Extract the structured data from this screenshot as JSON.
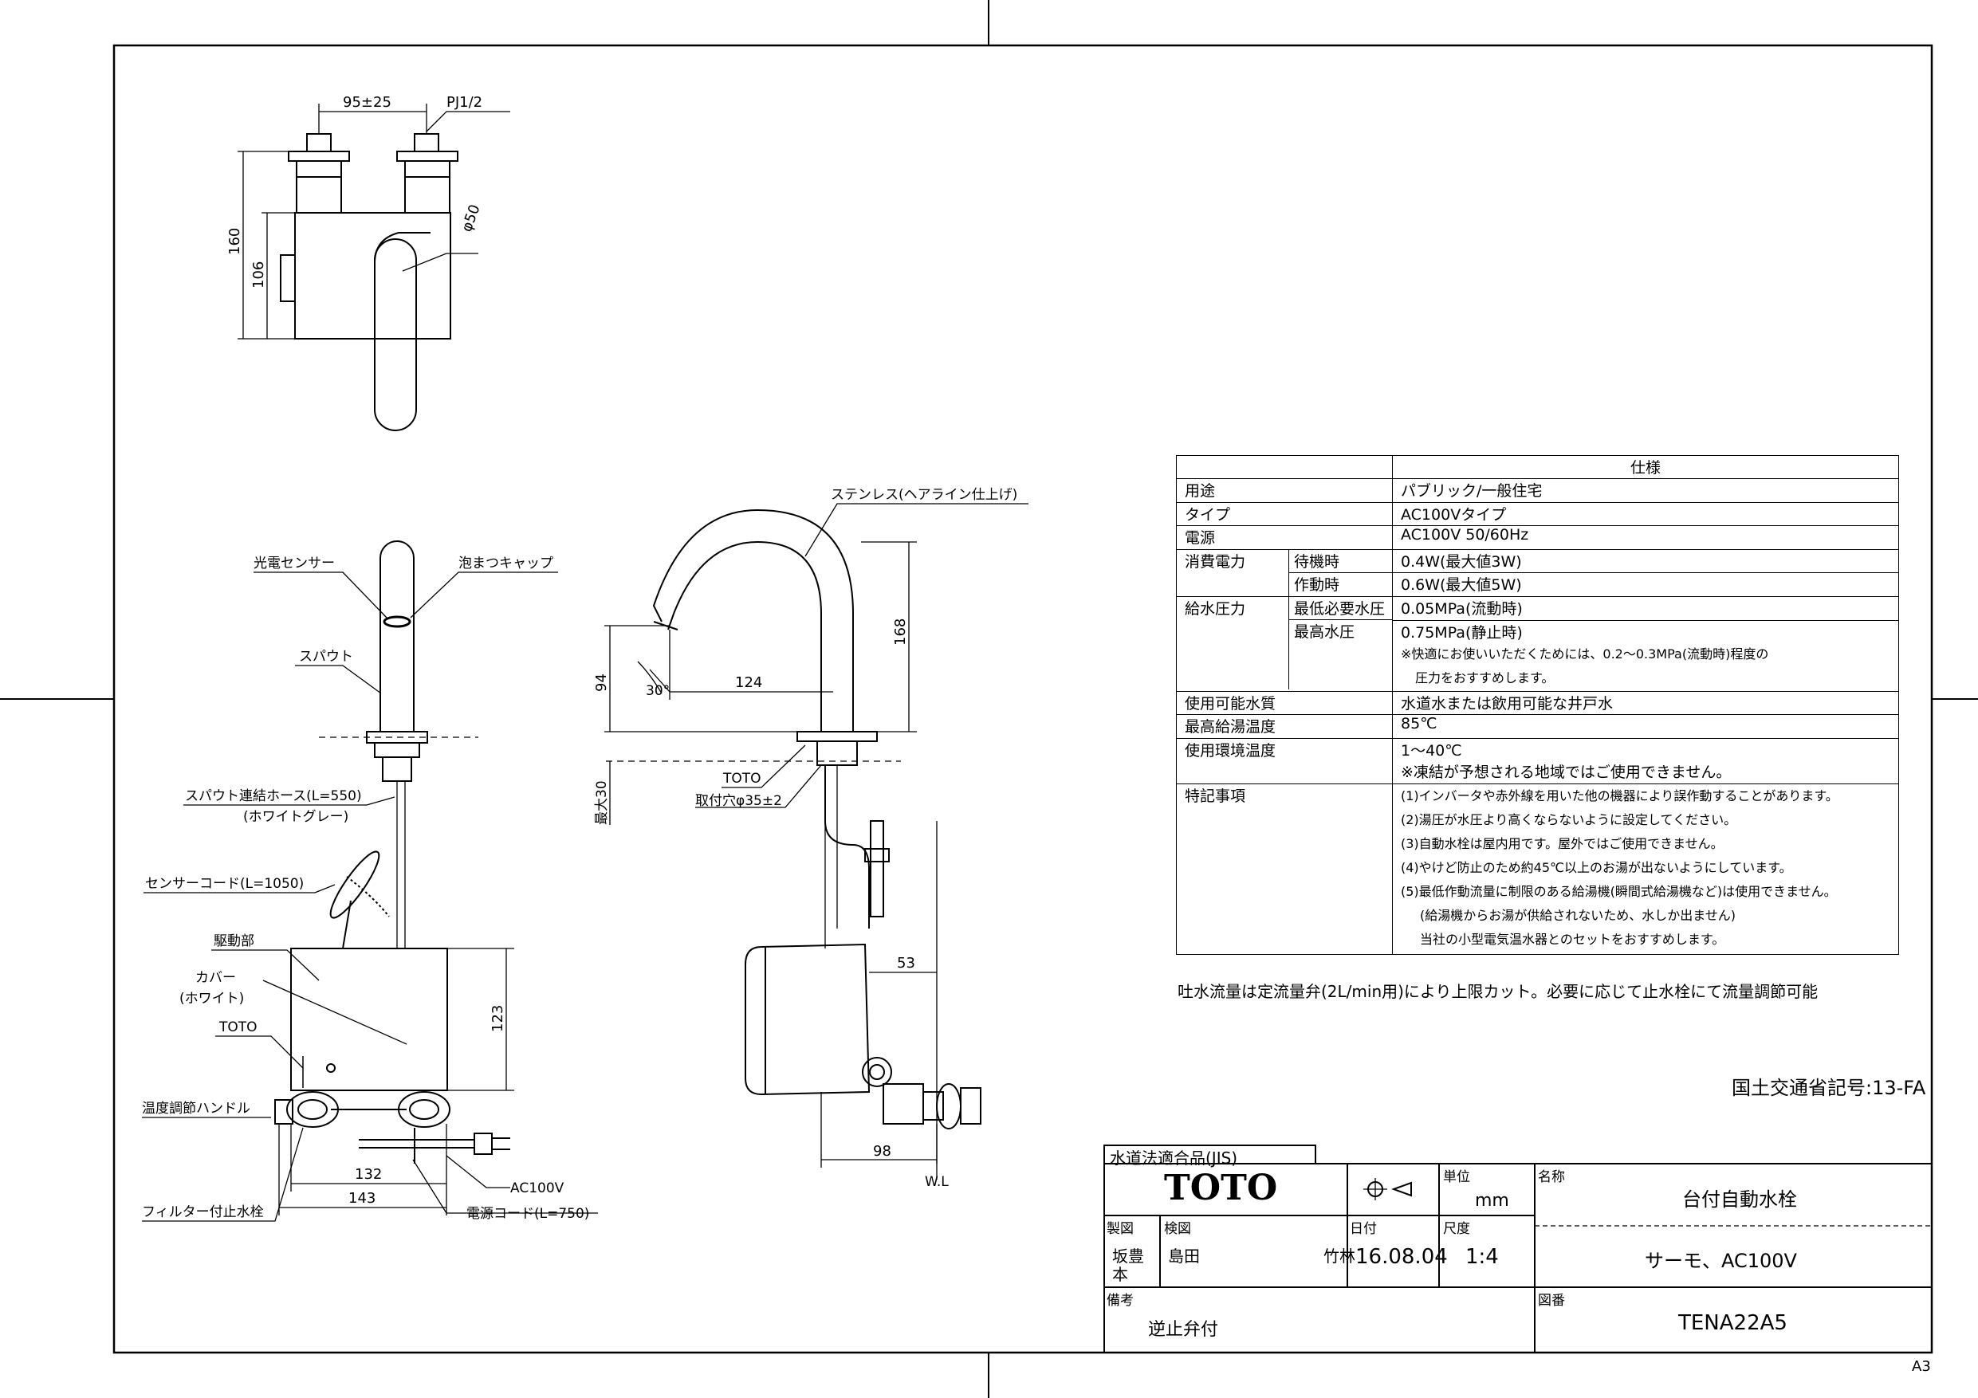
{
  "labels": {
    "dim_95": "95±25",
    "dim_pj": "PJ1/2",
    "dim_160": "160",
    "dim_106": "106",
    "dim_phi50": "φ50",
    "photo_sensor": "光電センサー",
    "foam_cap": "泡まつキャップ",
    "spout": "スパウト",
    "spout_hose": "スパウト連結ホース(L=550)",
    "spout_hose_color": "(ホワイトグレー)",
    "sensor_cord": "センサーコード(L=1050)",
    "drive": "駆動部",
    "cover": "カバー",
    "cover_color": "(ホワイト)",
    "toto_front": "TOTO",
    "temp_handle": "温度調節ハンドル",
    "filter_valve": "フィルター付止水栓",
    "dim_132": "132",
    "dim_143": "143",
    "dim_123": "123",
    "ac100v": "AC100V",
    "power_cord": "電源コード(L=750)",
    "stainless": "ステンレス(ヘアライン仕上げ)",
    "dim_168": "168",
    "dim_94": "94",
    "dim_30deg": "30°",
    "dim_124": "124",
    "toto_side": "TOTO",
    "mount_hole": "取付穴φ35±2",
    "dim_max30": "最大30",
    "dim_53": "53",
    "dim_98": "98",
    "wl": "W.L"
  },
  "spec": {
    "header": "仕様",
    "rows": {
      "use_k": "用途",
      "use_v": "パブリック/一般住宅",
      "type_k": "タイプ",
      "type_v": "AC100Vタイプ",
      "power_k": "電源",
      "power_v": "AC100V 50/60Hz",
      "cons_k": "消費電力",
      "standby_k": "待機時",
      "standby_v": "0.4W(最大値3W)",
      "active_k": "作動時",
      "active_v": "0.6W(最大値5W)",
      "press_k": "給水圧力",
      "min_k": "最低必要水圧",
      "min_v": "0.05MPa(流動時)",
      "max_k": "最高水圧",
      "max_v": "0.75MPa(静止時)",
      "rec1": "※快適にお使いいただくためには、0.2〜0.3MPa(流動時)程度の",
      "rec2": "圧力をおすすめします。",
      "water_k": "使用可能水質",
      "water_v": "水道水または飲用可能な井戸水",
      "hot_k": "最高給湯温度",
      "hot_v": "85℃",
      "env_k": "使用環境温度",
      "env_v": "1〜40℃",
      "env_note": "※凍結が予想される地域ではご使用できません。",
      "notes_k": "特記事項",
      "n1": "(1)インバータや赤外線を用いた他の機器により誤作動することがあります。",
      "n2": "(2)湯圧が水圧より高くならないように設定してください。",
      "n3": "(3)自動水栓は屋内用です。屋外ではご使用できません。",
      "n4": "(4)やけど防止のため約45℃以上のお湯が出ないようにしています。",
      "n5": "(5)最低作動流量に制限のある給湯機(瞬間式給湯機など)は使用できません。",
      "n6": "(給湯機からお湯が供給されないため、水しか出ません)",
      "n7": "当社の小型電気温水器とのセットをおすすめします。"
    }
  },
  "flow_note": "吐水流量は定流量弁(2L/min用)により上限カット。必要に応じて止水栓にて流量調節可能",
  "mlit_code": "国土交通省記号:13-FA",
  "title_block": {
    "jis": "水道法適合品(JIS)",
    "brand": "TOTO",
    "unit_k": "単位",
    "unit_v": "mm",
    "name_k": "名称",
    "name_v1": "台付自動水栓",
    "name_v2": "サーモ、AC100V",
    "drawn_k": "製図",
    "drawn_v1": "坂豊",
    "drawn_v2": "本",
    "check_k": "検図",
    "check_v": "島田",
    "approve_v": "竹林",
    "date_k": "日付",
    "date_v": "16.08.04",
    "scale_k": "尺度",
    "scale_v": "1:4",
    "remarks_k": "備考",
    "remarks_v": "逆止弁付",
    "dwg_k": "図番",
    "dwg_v": "TENA22A5"
  },
  "sheet_size": "A3"
}
